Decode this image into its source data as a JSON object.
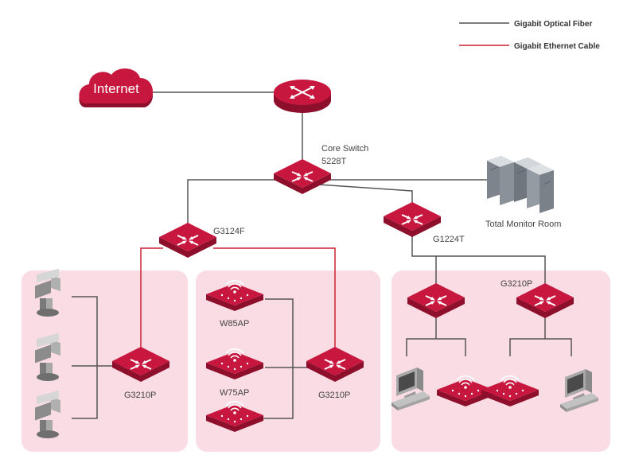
{
  "legend": {
    "fiber_label": "Gigabit Optical Fiber",
    "ethernet_label": "Gigabit Ethernet Cable"
  },
  "colors": {
    "device_red": "#c8173f",
    "fiber_line": "#555555",
    "ethernet_line": "#cc2233",
    "zone_fill": "#f9dce4",
    "server_gray": "#9aa0a6"
  },
  "nodes": {
    "internet_label": "Internet",
    "core_switch_label_line1": "Core Switch",
    "core_switch_label_line2": "5228T",
    "g3124f_label": "G3124F",
    "g1224t_label": "G1224T",
    "monitor_room_label": "Total Monitor Room",
    "g3210p_left_label": "G3210P",
    "g3210p_mid_label": "G3210P",
    "g3210p_right_label": "G3210P",
    "w85ap_label": "W85AP",
    "w75ap_label": "W75AP"
  }
}
